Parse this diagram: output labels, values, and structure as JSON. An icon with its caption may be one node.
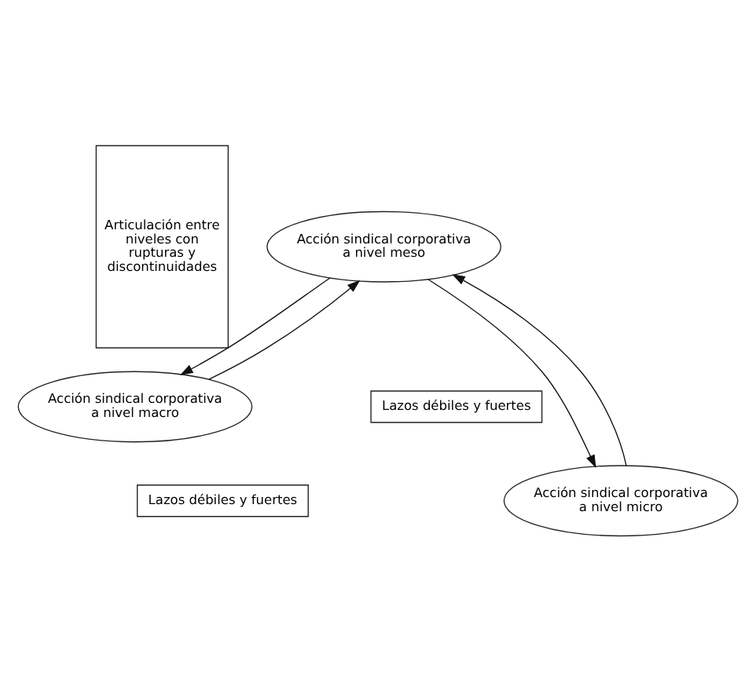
{
  "diagram": {
    "nodes": [
      {
        "text": [
          "Articulación entre niveles con rupturas y discontinuidades"
        ]
      },
      {
        "text": [
          "Acción sindical corporativa a nivel macro"
        ]
      },
      {
        "text": [
          "Lazos débiles y fuertes"
        ]
      },
      {
        "text": [
          "Acción sindical corporativa a nivel meso"
        ]
      },
      {
        "text": [
          "Lazos débiles y fuertes"
        ]
      },
      {
        "text": [
          "Acción sindical corporativa a nivel micro"
        ]
      }
    ],
    "edges": [
      {
        "from": 3,
        "to": 1,
        "arrow": "to"
      },
      {
        "from": 1,
        "to": 3,
        "arrow": "to"
      },
      {
        "from": 5,
        "to": 3,
        "arrow": "to"
      },
      {
        "from": 3,
        "to": 5,
        "arrow": "to"
      }
    ]
  }
}
